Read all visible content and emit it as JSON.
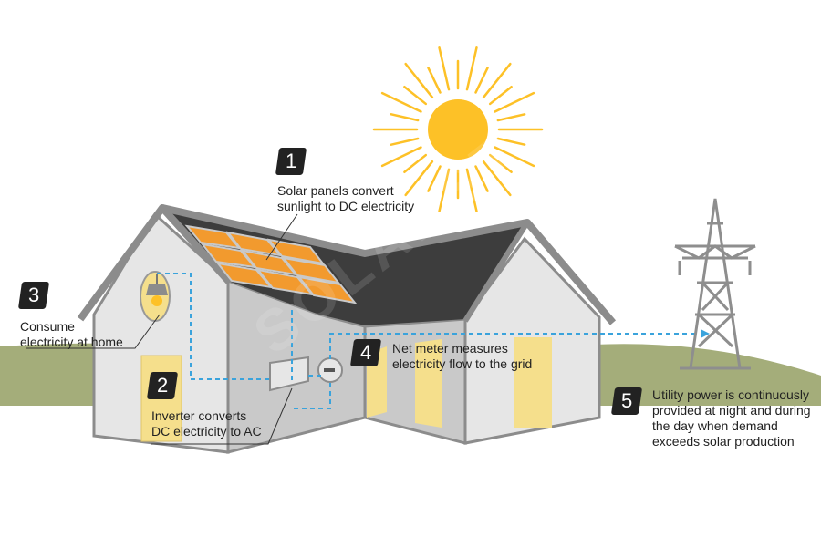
{
  "colors": {
    "sun": "#fdc127",
    "panel": "#f29a2e",
    "roof": "#3d3d3d",
    "wall": "#e6e6e6",
    "wall_shade": "#c9c9c9",
    "grass": "#a4ad7a",
    "window": "#f5df8c",
    "flow_line": "#3aa3dc",
    "tower": "#8e8e8e"
  },
  "watermark": "SOLARST",
  "steps": [
    {
      "number": "1",
      "lines": [
        "Solar panels convert",
        "sunlight to DC electricity"
      ]
    },
    {
      "number": "2",
      "lines": [
        "Inverter converts",
        "DC electricity to AC"
      ]
    },
    {
      "number": "3",
      "lines": [
        "Consume",
        "electricity at home"
      ]
    },
    {
      "number": "4",
      "lines": [
        "Net meter measures",
        "electricity flow to the grid"
      ]
    },
    {
      "number": "5",
      "lines": [
        "Utility power is continuously",
        "provided at night and during",
        "the day when demand",
        "exceeds solar production"
      ]
    }
  ],
  "icons": {
    "sun": "sun-icon",
    "light_bulb": "light-bulb-icon",
    "inverter": "inverter-icon",
    "meter": "net-meter-icon",
    "tower": "power-tower-icon"
  }
}
